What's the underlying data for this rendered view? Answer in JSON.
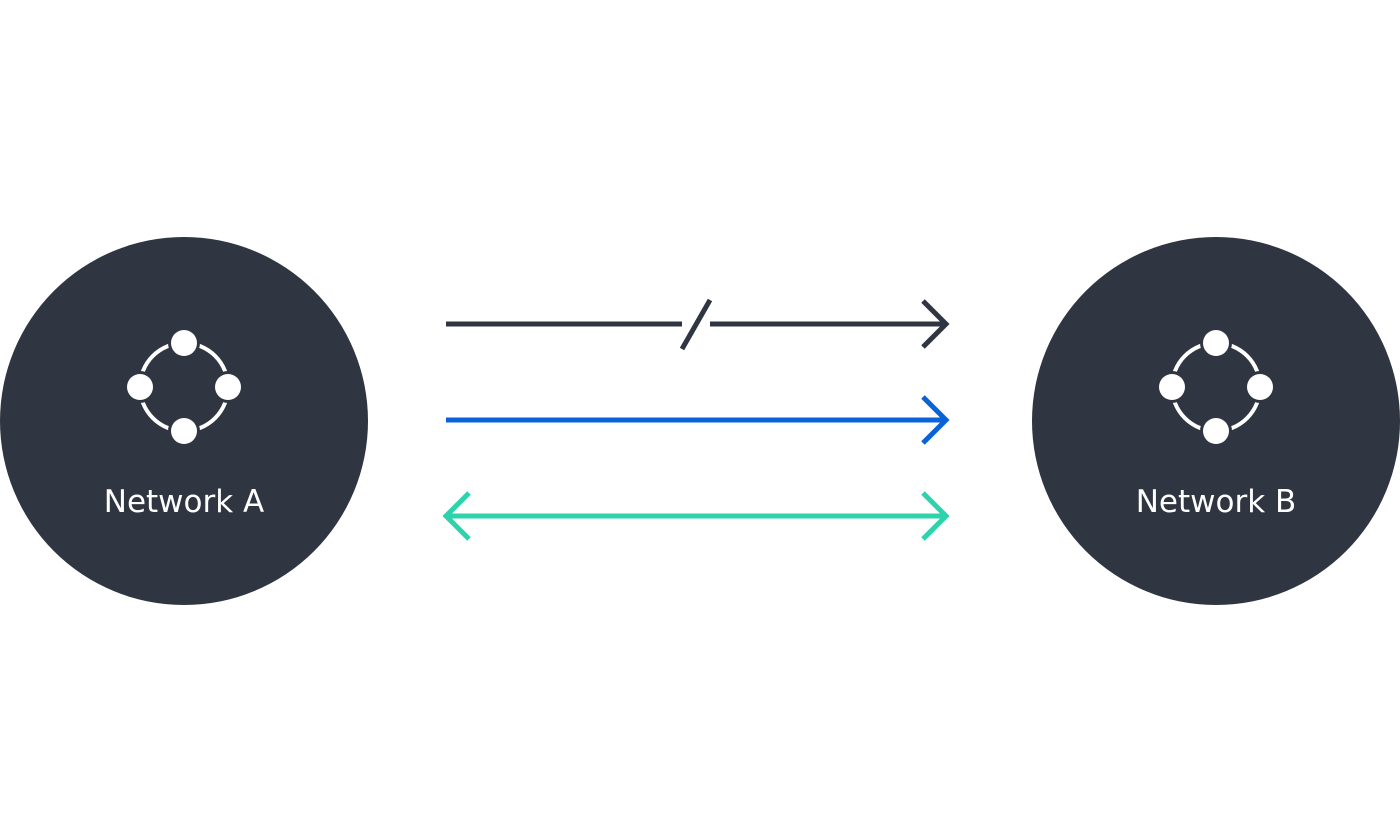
{
  "colors": {
    "background": "#ffffff",
    "node_fill": "#2f3541",
    "icon": "#ffffff",
    "blocked_connection": "#2f3541",
    "one_way_connection": "#0a62d8",
    "two_way_connection": "#2cd3ab"
  },
  "nodes": [
    {
      "label": "Network A",
      "icon": "network-nodes-icon"
    },
    {
      "label": "Network B",
      "icon": "network-nodes-icon"
    }
  ],
  "connections": [
    {
      "type": "blocked",
      "direction": "a-to-b",
      "color": "#2f3541"
    },
    {
      "type": "one-way",
      "direction": "a-to-b",
      "color": "#0a62d8"
    },
    {
      "type": "two-way",
      "direction": "bidirectional",
      "color": "#2cd3ab"
    }
  ]
}
